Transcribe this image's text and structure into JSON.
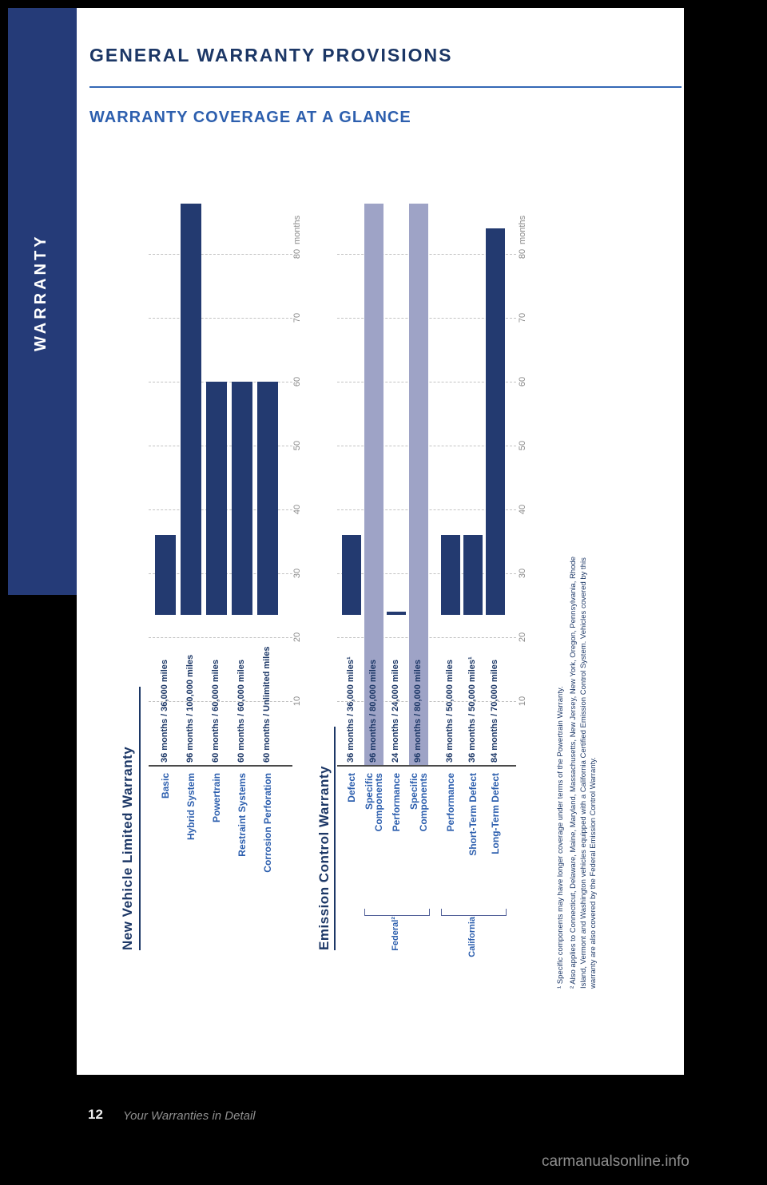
{
  "sidebar": {
    "label": "WARRANTY"
  },
  "header": {
    "title": "GENERAL WARRANTY PROVISIONS",
    "subtitle": "WARRANTY COVERAGE AT A GLANCE"
  },
  "chart_data": [
    {
      "type": "bar",
      "title": "New Vehicle Limited Warranty",
      "unit": "months",
      "axis_ticks": [
        10,
        20,
        30,
        40,
        50,
        60,
        70,
        80
      ],
      "axis_visible_max": 88,
      "layout": "horizontal bar chart rotated 90deg counterclockwise on page; bars extend toward top of page, month axis increases upward, grid dashed",
      "categories": [
        "Basic",
        "Hybrid System",
        "Powertrain",
        "Restraint Systems",
        "Corrosion Perforation"
      ],
      "values": [
        36,
        96,
        60,
        60,
        60
      ],
      "bar_labels": [
        "36 months / 36,000 miles",
        "96 months / 100,000 miles",
        "60 months / 60,000 miles",
        "60 months / 60,000 miles",
        "60 months / Unlimited miles"
      ],
      "bar_styles": [
        "dark",
        "dark",
        "dark",
        "dark",
        "dark"
      ]
    },
    {
      "type": "bar",
      "title": "Emission Control Warranty",
      "unit": "months",
      "axis_ticks": [
        10,
        20,
        30,
        40,
        50,
        60,
        70,
        80
      ],
      "axis_visible_max": 88,
      "layout": "horizontal bar chart rotated 90deg counterclockwise on page; gap between 4th and 5th bars separating groups",
      "categories": [
        "Defect",
        "Specific\nComponents",
        "Performance",
        "Specific\nComponents",
        "Performance",
        "Short-Term Defect",
        "Long-Term Defect"
      ],
      "values": [
        36,
        96,
        24,
        96,
        36,
        36,
        84
      ],
      "bar_labels": [
        "36 months / 36,000 miles¹",
        "96 months / 80,000 miles",
        "24 months / 24,000 miles",
        "96 months / 80,000 miles",
        "36 months / 50,000 miles",
        "36 months / 50,000 miles¹",
        "84 months / 70,000 miles"
      ],
      "bar_styles": [
        "dark",
        "light",
        "dark",
        "light",
        "dark",
        "dark",
        "dark"
      ],
      "groups": [
        {
          "label": "Federal²",
          "start": 1,
          "end": 3
        },
        {
          "label": "California",
          "start": 4,
          "end": 6
        }
      ]
    }
  ],
  "footnotes": [
    "¹ Specific components may have longer coverage under terms of the Powertrain Warranty.",
    "² Also applies to Connecticut, Delaware, Maine, Maryland, Massachusetts, New Jersey, New York, Oregon, Pennsylvania, Rhode Island, Vermont and Washington vehicles equipped with a California Certified Emission Control System. Vehicles covered by this warranty are also covered by the Federal Emission Control Warranty."
  ],
  "footer": {
    "page_number": "12",
    "text": "Your Warranties in Detail"
  },
  "watermark": "carmanualsonline.info",
  "colors": {
    "bar_dark": "#233a70",
    "bar_light": "#9ea3c6",
    "title_navy": "#1c3766",
    "accent_blue": "#2d5fae",
    "sidebar_navy": "#253b78",
    "grid_gray": "#c3c3c3",
    "axis_gray": "#8a8a8a"
  }
}
